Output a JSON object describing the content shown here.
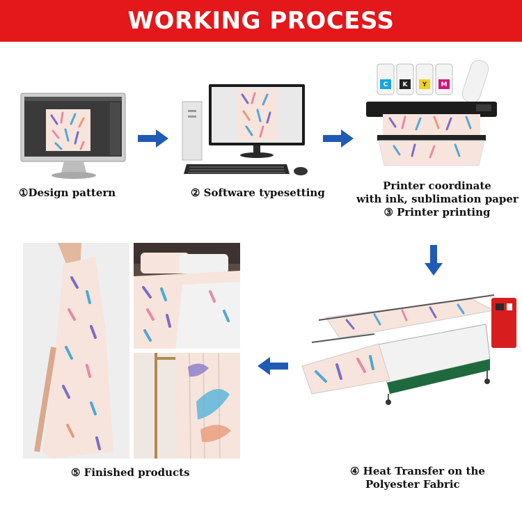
{
  "header": {
    "title": "WORKING PROCESS",
    "background": "#e4171b"
  },
  "steps": [
    {
      "label": "①Design pattern"
    },
    {
      "label": "② Software typesetting"
    },
    {
      "label_lines": [
        "Printer coordinate",
        "with ink,  sublimation paper",
        "③ Printer printing"
      ]
    },
    {
      "label_lines": [
        "④ Heat Transfer on the",
        "Polyester Fabric"
      ]
    },
    {
      "label": "⑤  Finished products"
    }
  ],
  "ink_bottles": [
    "C",
    "K",
    "Y",
    "M"
  ],
  "colors": {
    "arrow": "#1f5bb5",
    "pattern_bg": "#f7e4dc"
  }
}
